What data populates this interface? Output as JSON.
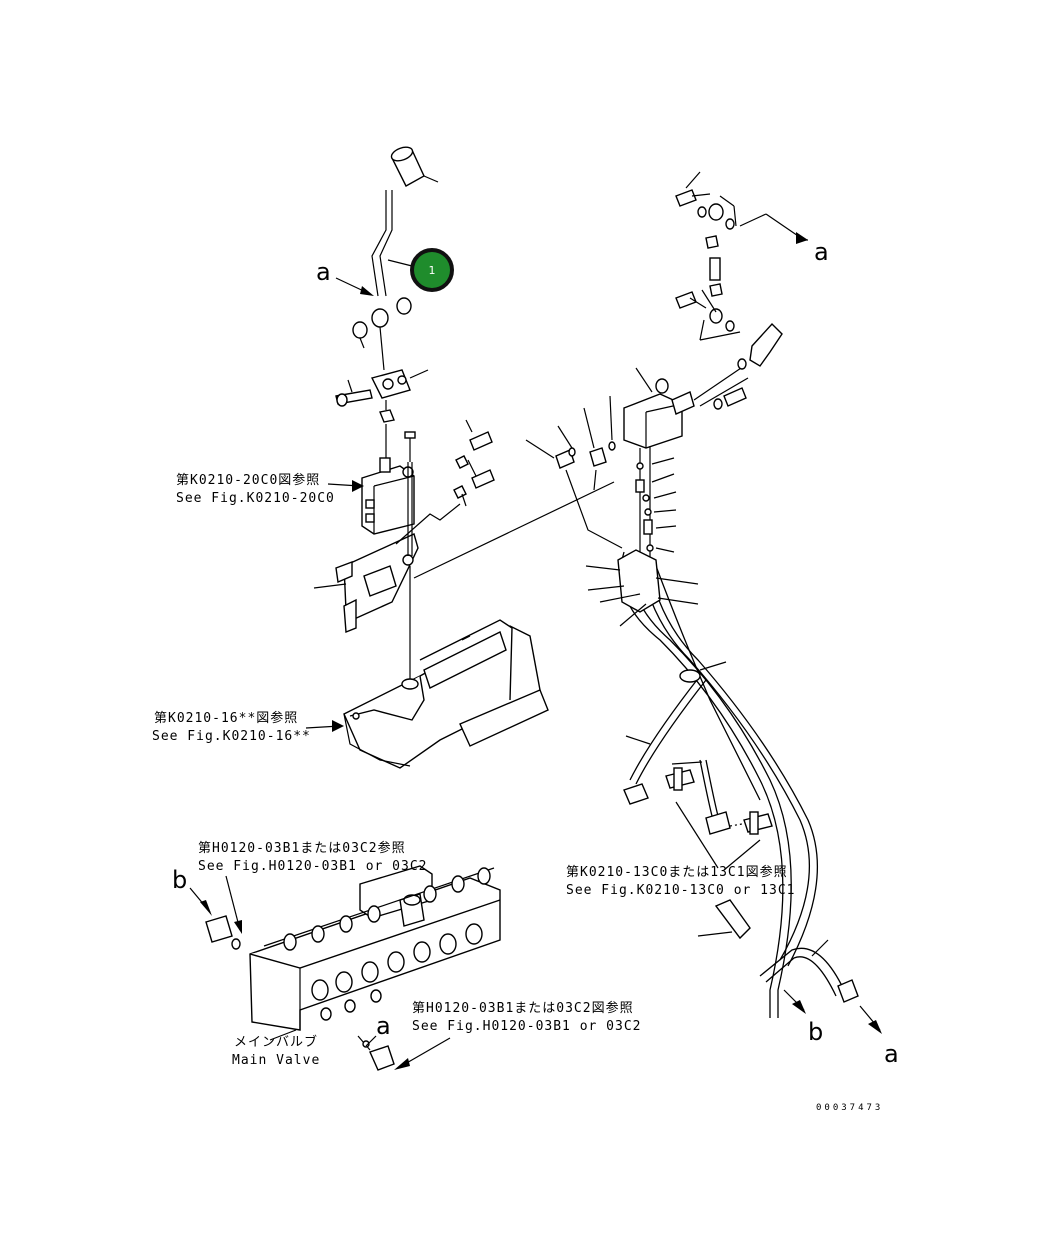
{
  "drawing": {
    "callout_number": "1",
    "callout_color": "#1f8c2c",
    "callout_ring": "#111111",
    "arrow_letters": {
      "a_top_left": "a",
      "a_top_right": "a",
      "b_left": "b",
      "a_valve": "a",
      "b_bottom": "b",
      "a_bottom": "a"
    },
    "refs": {
      "k0210_20c0_jp": "第K0210-20C0図参照",
      "k0210_20c0_en": "See Fig.K0210-20C0",
      "k0210_16_jp": "第K0210-16**図参照",
      "k0210_16_en": "See Fig.K0210-16**",
      "h0120_top_jp": "第H0120-03B1または03C2参照",
      "h0120_top_en": "See Fig.H0120-03B1 or 03C2",
      "k0210_13_jp": "第K0210-13C0または13C1図参照",
      "k0210_13_en": "See Fig.K0210-13C0 or 13C1",
      "h0120_bottom_jp": "第H0120-03B1または03C2図参照",
      "h0120_bottom_en": "See Fig.H0120-03B1 or 03C2"
    },
    "main_valve_jp": "メインバルブ",
    "main_valve_en": "Main Valve",
    "drawing_number": "00037473"
  }
}
